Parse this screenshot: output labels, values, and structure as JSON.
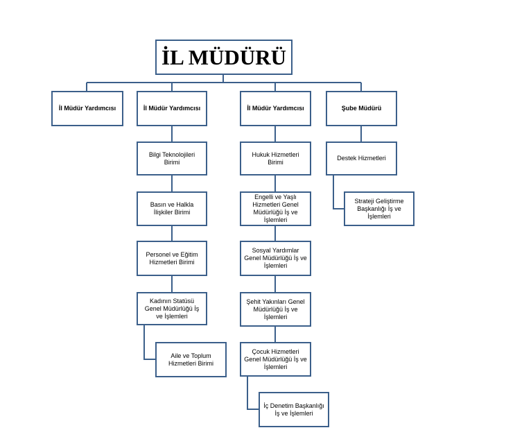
{
  "root": {
    "label": "İL MÜDÜRÜ"
  },
  "deputies": [
    {
      "label": "İl Müdür Yardımcısı"
    },
    {
      "label": "İl Müdür Yardımcısı"
    },
    {
      "label": "İl Müdür Yardımcısı"
    },
    {
      "label": "Şube Müdürü"
    }
  ],
  "column2": [
    {
      "label": "Bilgi Teknolojileri Birimi"
    },
    {
      "label": "Basın ve Halkla İlişkiler Birimi"
    },
    {
      "label": "Personel ve Eğitim Hizmetleri Birimi"
    },
    {
      "label": "Kadının Statüsü Genel Müdürlüğü İş ve İşlemleri"
    },
    {
      "label": "Aile ve Toplum Hizmetleri Birimi"
    }
  ],
  "column3": [
    {
      "label": "Hukuk Hizmetleri Birimi"
    },
    {
      "label": "Engelli ve Yaşlı Hizmetleri Genel Müdürlüğü İş ve İşlemleri"
    },
    {
      "label": "Sosyal Yardımlar Genel Müdürlüğü İş ve İşlemleri"
    },
    {
      "label": "Şehit Yakınları Genel Müdürlüğü İş ve İşlemleri"
    },
    {
      "label": "Çocuk Hizmetleri Genel Müdürlüğü İş ve İşlemleri"
    },
    {
      "label": "İç Denetim Başkanlığı İş ve İşlemleri"
    }
  ],
  "column4": [
    {
      "label": "Destek Hizmetleri"
    },
    {
      "label": "Strateji Geliştirme Başkanlığı İş ve İşlemleri"
    }
  ],
  "colors": {
    "border": "#3b5f8a",
    "line": "#3b5f8a"
  }
}
